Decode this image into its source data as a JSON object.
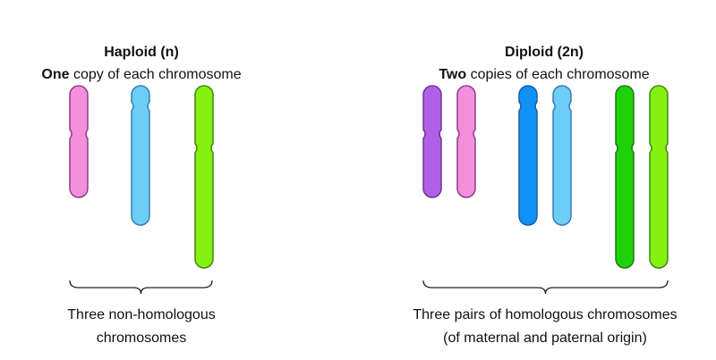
{
  "haploid": {
    "title": "Haploid (n)",
    "subtitle_bold": "One",
    "subtitle_rest": " copy of each chromosome",
    "caption_line1": "Three non-homologous",
    "caption_line2": "chromosomes",
    "chromosomes": [
      {
        "name": "pink",
        "fill": "#f48fdc",
        "stroke": "#8e3f8a"
      },
      {
        "name": "light-blue",
        "fill": "#6ccdf7",
        "stroke": "#3a7db0"
      },
      {
        "name": "light-green",
        "fill": "#86f010",
        "stroke": "#3d8a10"
      }
    ]
  },
  "diploid": {
    "title": "Diploid (2n)",
    "subtitle_bold": "Two",
    "subtitle_rest": " copies of each chromosome",
    "caption_line1": "Three pairs of homologous chromosomes",
    "caption_line2": "(of maternal and paternal origin)",
    "chromosomes": [
      {
        "name": "purple",
        "fill": "#b060e8",
        "stroke": "#70348e"
      },
      {
        "name": "pink",
        "fill": "#f48fdc",
        "stroke": "#8e3f8a"
      },
      {
        "name": "blue",
        "fill": "#0f91f5",
        "stroke": "#1d5fa0"
      },
      {
        "name": "light-blue",
        "fill": "#6ccdf7",
        "stroke": "#3a7db0"
      },
      {
        "name": "green",
        "fill": "#1ed10a",
        "stroke": "#1e7a10"
      },
      {
        "name": "light-green",
        "fill": "#86f010",
        "stroke": "#3d8a10"
      }
    ]
  }
}
